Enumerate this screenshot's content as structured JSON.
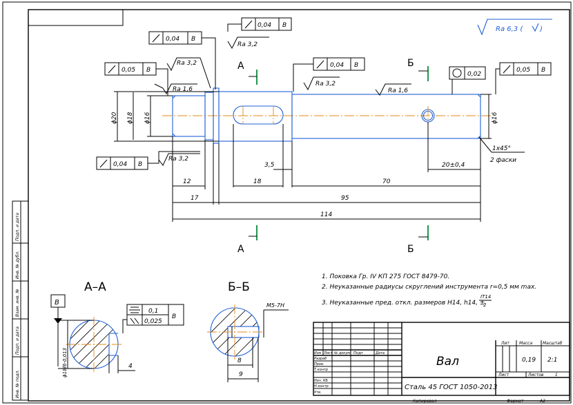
{
  "roughness_general": "Ra 6,3 (",
  "roughness_general_tail": ")",
  "fcf": {
    "top": {
      "value": "0,04",
      "base": "В"
    },
    "left_upper": {
      "value": "0,04",
      "base": "В"
    },
    "left_mid": {
      "value": "0,05",
      "base": "В"
    },
    "center": {
      "value": "0,04",
      "base": "В"
    },
    "round": {
      "value": "0,02"
    },
    "right": {
      "value": "0,05",
      "base": "В"
    },
    "left_lower": {
      "value": "0,04",
      "base": "В"
    },
    "sym": {
      "value1": "0,1",
      "value2": "0,025",
      "base": "В"
    }
  },
  "roughness": {
    "r1": "Ra 3,2",
    "r2": "Ra 3,2",
    "r3": "Ra 1,6",
    "r4": "Ra 3,2",
    "r5": "Ra 1,6",
    "r6": "Ra 3,2"
  },
  "section_marks": {
    "a_top": "А",
    "b_top": "Б",
    "a_bottom": "А",
    "b_bottom": "Б"
  },
  "diameters": {
    "d20": "ϕ20",
    "d18": "ϕ18",
    "d16a": "ϕ16",
    "d16b": "ϕ16",
    "d18f6": "ϕ18f6-0,013"
  },
  "dims": {
    "d3_5": "3,5",
    "d12": "12",
    "d18": "18",
    "d70": "70",
    "d20pm": "20±0,4",
    "d17": "17",
    "d95": "95",
    "d114": "114",
    "d4": "4",
    "d8": "8",
    "d9": "9"
  },
  "chamfer": {
    "size": "1х45°",
    "count": "2 фаски"
  },
  "section_titles": {
    "aa": "А–А",
    "bb": "Б–Б"
  },
  "datum": "В",
  "thread": "М5-7Н",
  "notes": {
    "n1": "1. Поковка Гр. IV КП 275 ГОСТ 8479-70.",
    "n2": "2. Неуказанные радиусы скруглений инструмента r=0,5 мм max.",
    "n3a": "3. Неуказанные пред. откл. размеров Н14, h14, ±",
    "n3_num": "IT14",
    "n3_den": "2"
  },
  "title_block": {
    "name": "Вал",
    "material": "Сталь 45  ГОСТ 1050-2013",
    "head_lit": "Лит",
    "head_massa": "Масса",
    "head_masshtab": "Масштаб",
    "mass": "0,19",
    "scale": "2:1",
    "list_label": "Лист",
    "listov_label": "Листов",
    "listov_value": "1",
    "col_izm": "Изм",
    "col_list": "Лист",
    "col_ndok": "№ докум.",
    "col_podp": "Подп",
    "col_data": "Дата",
    "row_razrab": "Разраб",
    "row_prov": "Пров.",
    "row_tkontr": "Т.контр",
    "row_nach": "Нач. КБ",
    "row_nkontr": "Н.контр",
    "row_utv": "Утв.",
    "kopiroval": "Копировал",
    "format": "Формат",
    "format_value": "А3"
  },
  "side_stamp": {
    "s1": "Подп. и дата",
    "s2": "Инв. № дубл.",
    "s3": "Взам. инв. №",
    "s4": "Подп. и дата",
    "s5": "Инв. № подл."
  }
}
